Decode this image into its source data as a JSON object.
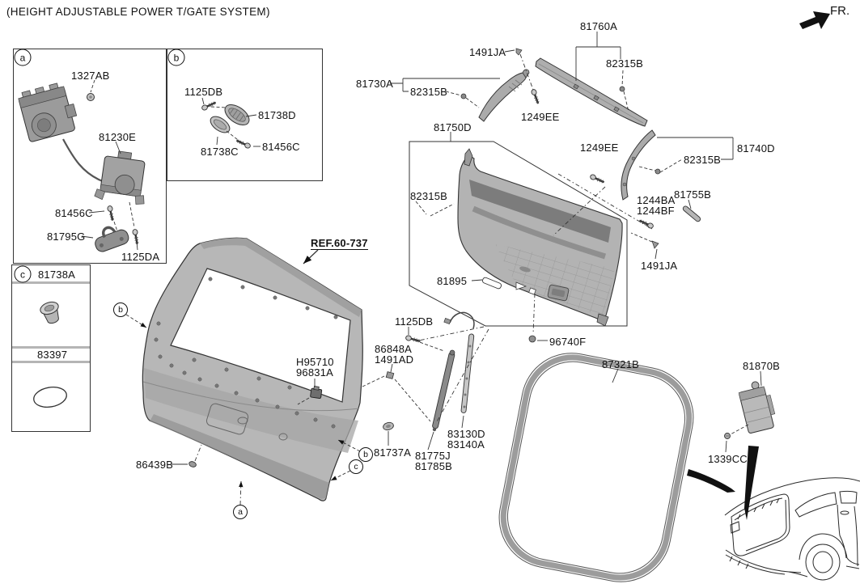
{
  "title": "(HEIGHT ADJUSTABLE POWER T/GATE SYSTEM)",
  "fr_label": "FR.",
  "ref_label": "REF.60-737",
  "callouts": {
    "a": "a",
    "b": "b",
    "c": "c"
  },
  "inset_a": {
    "letter": "a",
    "p_1327AB": "1327AB",
    "p_81230E": "81230E",
    "p_81456C": "81456C",
    "p_81795G": "81795G",
    "p_1125DA": "1125DA"
  },
  "inset_b": {
    "letter": "b",
    "p_1125DB": "1125DB",
    "p_81738D": "81738D",
    "p_81738C": "81738C",
    "p_81456C": "81456C"
  },
  "inset_c": {
    "letter": "c",
    "p_81738A": "81738A",
    "p_83397": "83397"
  },
  "main": {
    "p_81760A": "81760A",
    "p_1491JA_top": "1491JA",
    "p_82315B_top_right": "82315B",
    "p_81730A": "81730A",
    "p_82315B_top_left": "82315B",
    "p_1249EE_top": "1249EE",
    "p_81750D": "81750D",
    "p_81740D": "81740D",
    "p_82315B_right": "82315B",
    "p_1249EE_right": "1249EE",
    "p_82315B_panel": "82315B",
    "p_1244BA": "1244BA",
    "p_1244BF": "1244BF",
    "p_81755B": "81755B",
    "p_1491JA_right": "1491JA",
    "p_81895": "81895",
    "p_96740F": "96740F",
    "p_H95710": "H95710",
    "p_96831A": "96831A",
    "p_86848A": "86848A",
    "p_1491AD": "1491AD",
    "p_1125DB": "1125DB",
    "p_83130D": "83130D",
    "p_83140A": "83140A",
    "p_81775J": "81775J",
    "p_81785B": "81785B",
    "p_81737A": "81737A",
    "p_86439B": "86439B",
    "p_87321B": "87321B",
    "p_81870B": "81870B",
    "p_1339CC": "1339CC"
  }
}
